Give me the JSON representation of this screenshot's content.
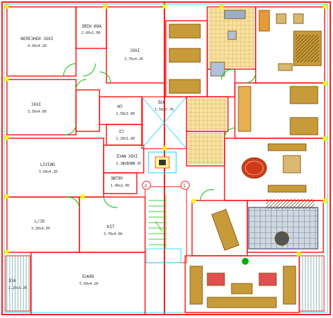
{
  "rooms": [
    {
      "id": "r1",
      "name": "NEЯIƆHEИ ƆOXI",
      "area": "4.50x4.20"
    },
    {
      "id": "r2",
      "name": "ƎЯIH ИOA",
      "area": "2.60x1.90"
    },
    {
      "id": "r3",
      "name": "ƆOXI",
      "area": "3.70x4.20"
    },
    {
      "id": "r4",
      "name": "ƆOXI",
      "area": "3.50x4.00"
    },
    {
      "id": "r5",
      "name": "ƎƧA",
      "area": "1.50x3.70"
    },
    {
      "id": "r6",
      "name": "WƆ",
      "area": "1.50x1.80"
    },
    {
      "id": "r7",
      "name": "ƧƆ",
      "area": "1.20x1.80"
    },
    {
      "id": "r8",
      "name": "ƎƆAW",
      "area": "1.20x1.20"
    },
    {
      "id": "r9",
      "name": "LIVIИG",
      "area": "3.50x4.20"
    },
    {
      "id": "r10",
      "name": "ƎИTЯY",
      "area": "1.40x2.00"
    },
    {
      "id": "r11",
      "name": "L/ƆO",
      "area": "3.20x4.20"
    },
    {
      "id": "r12",
      "name": "KIT",
      "area": "3.70x4.00"
    },
    {
      "id": "r13",
      "name": "ƎƆAЯO",
      "area": "5.50x4.20"
    },
    {
      "id": "r14",
      "name": "ƎƆA",
      "area": "1.20x1.20"
    },
    {
      "id": "r15",
      "name": "ƆOXI",
      "area": "2.50x2.20"
    }
  ],
  "markers": [
    "1",
    "2"
  ],
  "colors": {
    "wall": "#ff1a1a",
    "glass": "#00d8ff",
    "door": "#00c000",
    "column": "#ffff00",
    "tile": "#d8b463",
    "furniture": "#8a5a10"
  }
}
